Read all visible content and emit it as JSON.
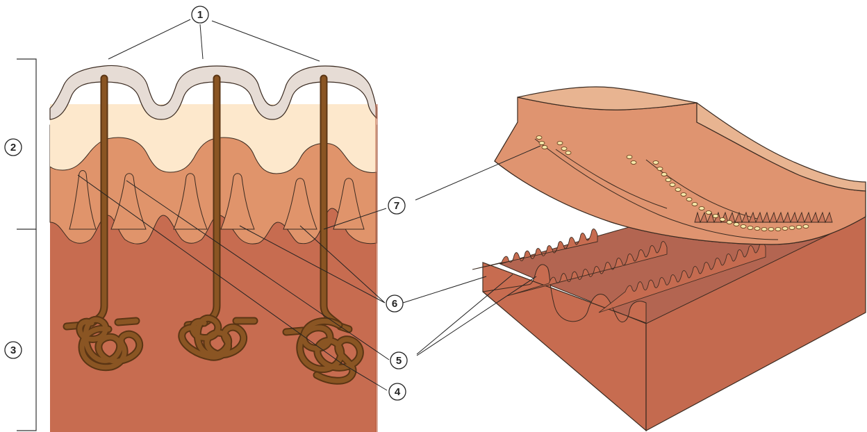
{
  "diagram": {
    "callouts": [
      {
        "id": "c1",
        "label": "1"
      },
      {
        "id": "c2",
        "label": "2"
      },
      {
        "id": "c3",
        "label": "3"
      },
      {
        "id": "c4",
        "label": "4"
      },
      {
        "id": "c5",
        "label": "5"
      },
      {
        "id": "c6",
        "label": "6"
      },
      {
        "id": "c7",
        "label": "7"
      }
    ],
    "colors": {
      "stratum_corneum": "#e6dcd5",
      "epidermis": "#fde8cc",
      "papillary_dermis": "#e0946b",
      "dermis": "#c76c50",
      "sweat_gland": "#8a5523",
      "gland_outline": "#5a3514",
      "pore": "#f5e6a8"
    }
  }
}
